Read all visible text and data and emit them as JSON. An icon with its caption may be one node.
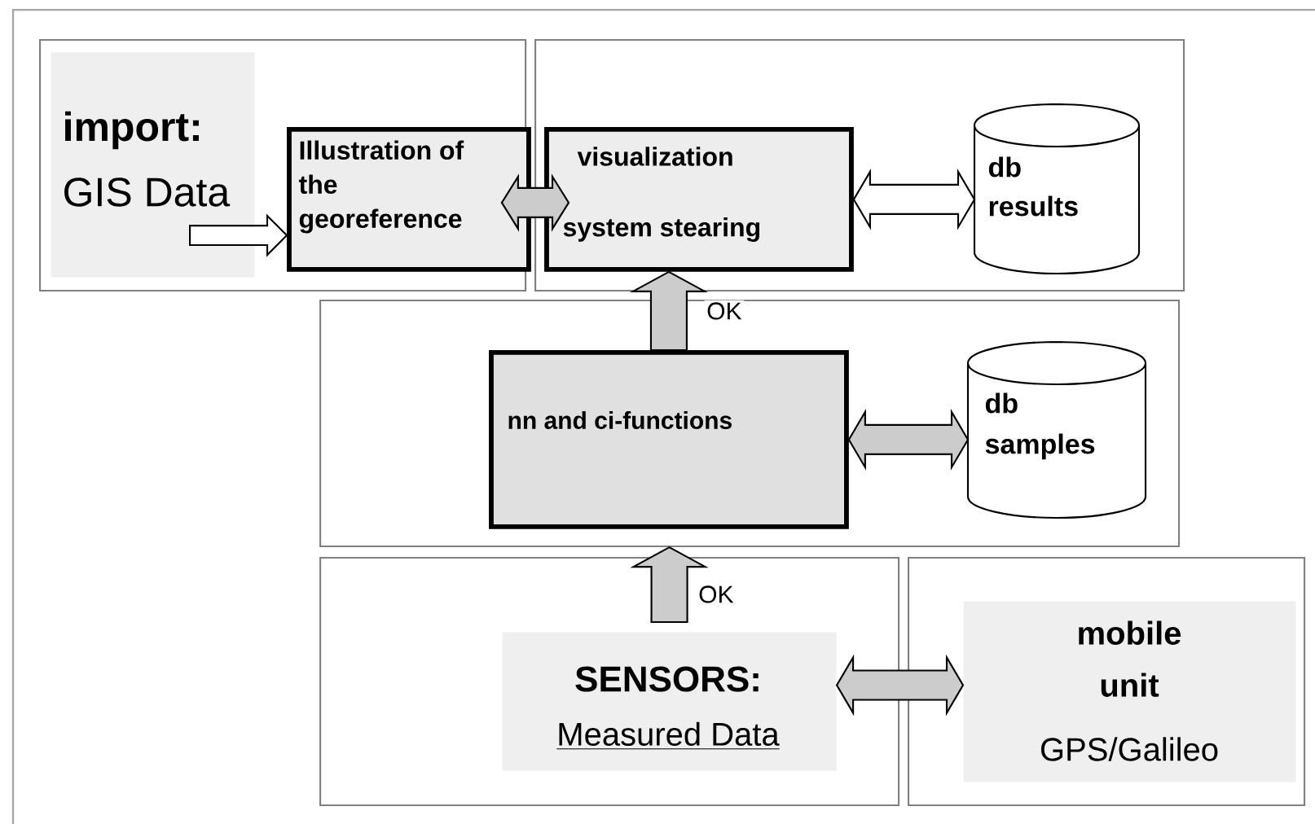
{
  "diagram": {
    "nodes": [
      {
        "text": [],
        "shape": "box"
      },
      {
        "text": [
          "import:",
          "GIS Data"
        ],
        "in": 0
      },
      {
        "text": [
          "Illustration of the georeference"
        ],
        "in": 0
      },
      {
        "text": [],
        "shape": "box"
      },
      {
        "text": [
          "visualization",
          "system stearing"
        ],
        "in": 3
      },
      {
        "text": [
          "db results"
        ],
        "in": 3
      },
      {
        "text": [],
        "shape": "box"
      },
      {
        "text": [
          "nn and ci-functions"
        ],
        "in": 6
      },
      {
        "text": [
          "db samples"
        ],
        "in": 6
      },
      {
        "text": [],
        "shape": "box"
      },
      {
        "text": [
          "SENSORS:",
          "Measured Data"
        ],
        "in": 9
      },
      {
        "text": [],
        "shape": "box"
      },
      {
        "text": [
          "mobile unit",
          "GPS/Galileo"
        ],
        "in": 11
      }
    ],
    "edges": [
      {
        "from": 1,
        "to": 2,
        "arrow": "to",
        "color": "#ffffff"
      },
      {
        "from": 2,
        "to": 4,
        "arrow": "both"
      },
      {
        "from": 4,
        "to": 5,
        "arrow": "both",
        "color": "#ffffff"
      },
      {
        "from": 7,
        "to": 4,
        "arrow": "to",
        "label": "OK"
      },
      {
        "from": 7,
        "to": 8,
        "arrow": "both"
      },
      {
        "from": 10,
        "to": 6,
        "arrow": "to",
        "label": "OK"
      },
      {
        "from": 10,
        "to": 12,
        "arrow": "both"
      }
    ]
  }
}
